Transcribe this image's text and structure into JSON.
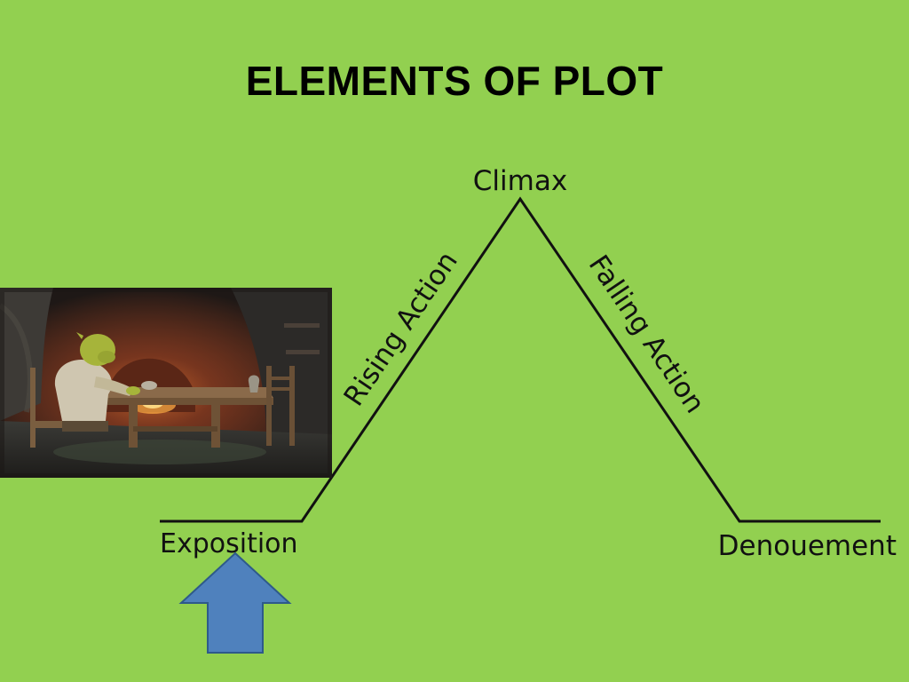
{
  "title": "ELEMENTS OF PLOT",
  "plot": {
    "climax": "Climax",
    "rising": "Rising Action",
    "falling": "Falling Action",
    "exposition": "Exposition",
    "denouement": "Denouement"
  },
  "colors": {
    "background": "#92d050",
    "line": "#111111",
    "arrow_fill": "#4f81bd",
    "arrow_stroke": "#2e5a8a"
  },
  "icons": {
    "arrow": "up-arrow-icon",
    "scene": "ogre-cottage-scene"
  }
}
